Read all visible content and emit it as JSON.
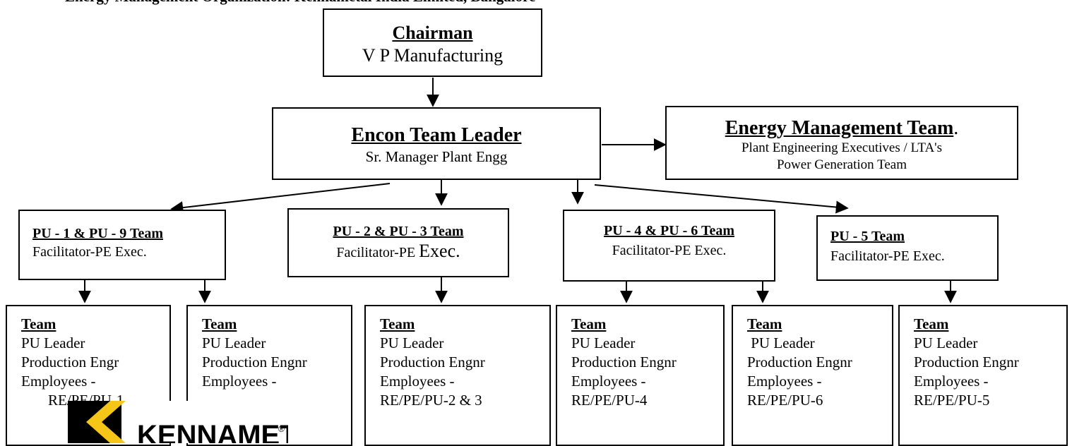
{
  "page": {
    "top_cut_text": "Energy Management Organization: Kennametal India Limited, Bangalore"
  },
  "chairman": {
    "title": "Chairman",
    "subtitle": "V P Manufacturing"
  },
  "encon_leader": {
    "title": "Encon Team Leader",
    "subtitle": "Sr. Manager Plant Engg"
  },
  "energy_team": {
    "title": "Energy Management Team",
    "title_suffix": ".",
    "line1": "Plant Engineering Executives / LTA's",
    "line2": "Power Generation Team"
  },
  "pu_teams": [
    {
      "title": "PU - 1 & PU - 9 Team",
      "subtitle": "Facilitator-PE Exec."
    },
    {
      "title": "PU - 2 & PU - 3 Team",
      "subtitle_prefix": "Facilitator-PE ",
      "subtitle_suffix": "Exec."
    },
    {
      "title": "PU - 4 & PU - 6 Team",
      "subtitle": "Facilitator-PE Exec."
    },
    {
      "title": "PU - 5 Team",
      "subtitle": "Facilitator-PE Exec."
    }
  ],
  "teams": [
    {
      "title": "Team",
      "l1": "PU Leader",
      "l2": "Production Engr",
      "l3": "Employees -",
      "l4": "RE/PE/PU-1"
    },
    {
      "title": "Team",
      "l1": "PU Leader",
      "l2": "Production Engnr",
      "l3": "Employees -",
      "l4": ""
    },
    {
      "title": "Team",
      "l1": "PU Leader",
      "l2": "Production Engnr",
      "l3": "Employees -",
      "l4": "RE/PE/PU-2 & 3"
    },
    {
      "title": "Team",
      "l1": "PU Leader",
      "l2": "Production Engnr",
      "l3": "Employees -",
      "l4": "RE/PE/PU-4"
    },
    {
      "title": "Team",
      "l1": " PU Leader",
      "l2": "Production Engnr",
      "l3": "Employees -",
      "l4": "RE/PE/PU-6"
    },
    {
      "title": "Team",
      "l1": "PU Leader",
      "l2": "Production Engnr",
      "l3": "Employees -",
      "l4": "RE/PE/PU-5"
    }
  ],
  "logo": {
    "text": "KENNAMETAL",
    "registered": "®",
    "colors": {
      "yellow": "#F5C518",
      "black": "#000000"
    }
  }
}
